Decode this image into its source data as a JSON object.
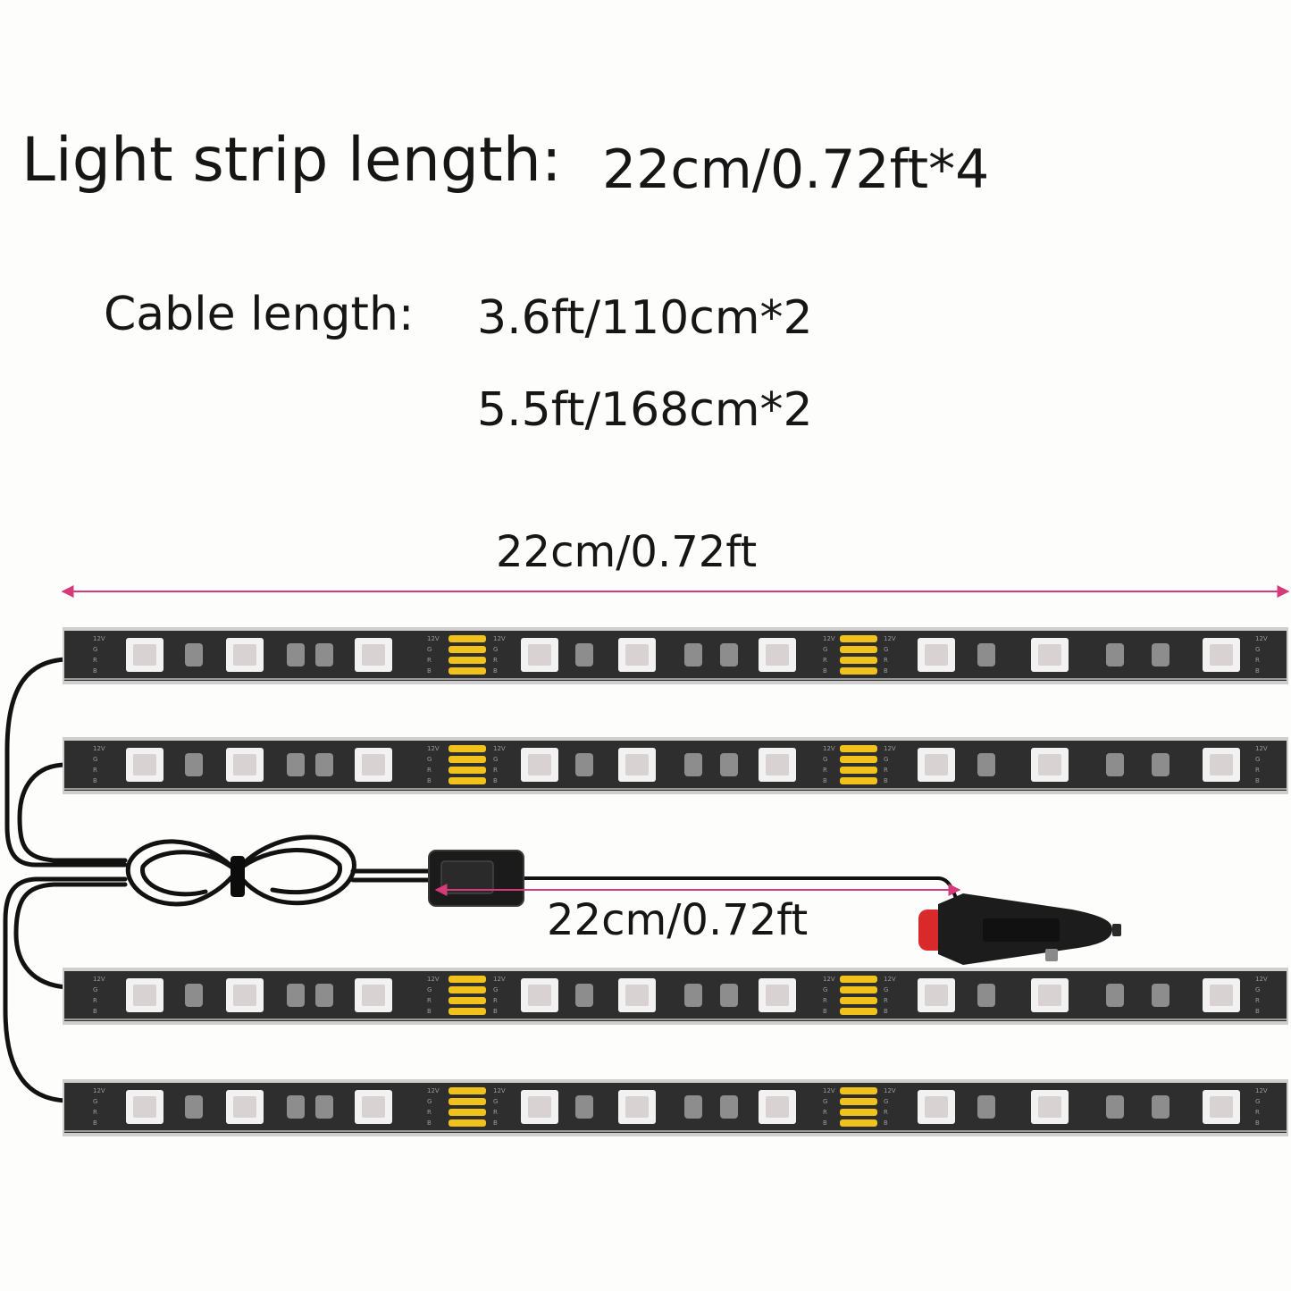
{
  "specs": {
    "strip_label": "Light strip length:",
    "strip_value": "22cm/0.72ft*4",
    "cable_label": "Cable length:",
    "cable_values": [
      "3.6ft/110cm*2",
      "5.5ft/168cm*2"
    ]
  },
  "dimensions": {
    "strip_length": "22cm/0.72ft",
    "cable_length": "22cm/0.72ft"
  },
  "strip_codes": [
    "12V",
    "G",
    "R",
    "B"
  ],
  "colors": {
    "dimension_arrow": "#d63a78",
    "strip_body": "#2e2e2e",
    "strip_frame": "#cfcfcf",
    "led": "#f2f2f2",
    "resistor": "#f1c21b",
    "cable": "#121212",
    "plug_button": "#e0302a"
  }
}
